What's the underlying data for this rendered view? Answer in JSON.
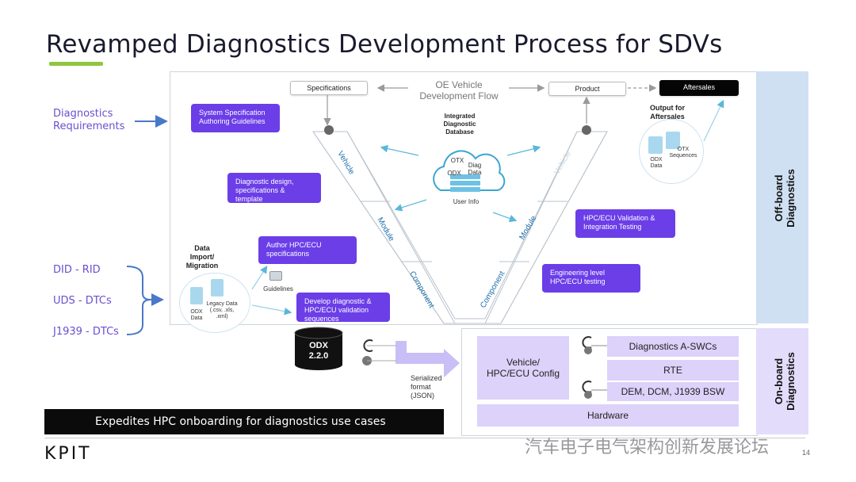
{
  "title": "Revamped Diagnostics Development Process for SDVs",
  "left_inputs": {
    "requirements": "Diagnostics\nRequirements",
    "items": [
      "DID - RID",
      "UDS - DTCs",
      "J1939 - DTCs"
    ]
  },
  "flow": {
    "specifications": "Specifications",
    "product": "Product",
    "aftersales": "Aftersales",
    "oe_flow": "OE Vehicle\nDevelopment Flow",
    "output": "Output for\nAftersales",
    "output_odx": "ODX\nData",
    "output_otx": "OTX\nSequences"
  },
  "database": {
    "title": "Integrated\nDiagnostic\nDatabase",
    "otx": "OTX",
    "odx": "ODX",
    "diag": "Diag\nData",
    "user": "User Info"
  },
  "v_labels": {
    "left": [
      "Vehicle",
      "Module",
      "Component"
    ],
    "right": [
      "Vehicle",
      "Module",
      "Component"
    ]
  },
  "purple_boxes": {
    "sys_spec": "System Specification\nAuthoring Guidelines",
    "design": "Diagnostic design,\nspecifications &\ntemplate",
    "author": "Author HPC/ECU\nspecifications",
    "develop": "Develop diagnostic &\nHPC/ECU validation\nsequences",
    "validation": "HPC/ECU Validation &\nIntegration Testing",
    "engineering": "Engineering level\nHPC/ECU testing"
  },
  "import": {
    "title": "Data\nImport/\nMigration",
    "odx": "ODX\nData",
    "legacy": "Legacy Data\n(.csv, .xls,\n.xml)",
    "guidelines": "Guidelines"
  },
  "odx_db": {
    "label": "ODX\n2.2.0"
  },
  "serialized": "Serialized\nformat\n(JSON)",
  "onboard": {
    "vehicle_config": "Vehicle/\nHPC/ECU Config",
    "swc": "Diagnostics A-SWCs",
    "rte": "RTE",
    "bsw": "DEM, DCM, J1939 BSW",
    "hardware": "Hardware"
  },
  "side_tags": {
    "offboard": "Off-board\nDiagnostics",
    "onboard": "On-board\nDiagnostics"
  },
  "footer": "Expedites HPC onboarding for diagnostics use cases",
  "logo": "KPIT",
  "watermark": "汽车电子电气架构创新发展论坛",
  "page_num": "14",
  "colors": {
    "accent_purple": "#6b3ee8",
    "light_purple": "#dcd2fa",
    "side_blue": "#cfe0f3",
    "green": "#8dc63f"
  }
}
